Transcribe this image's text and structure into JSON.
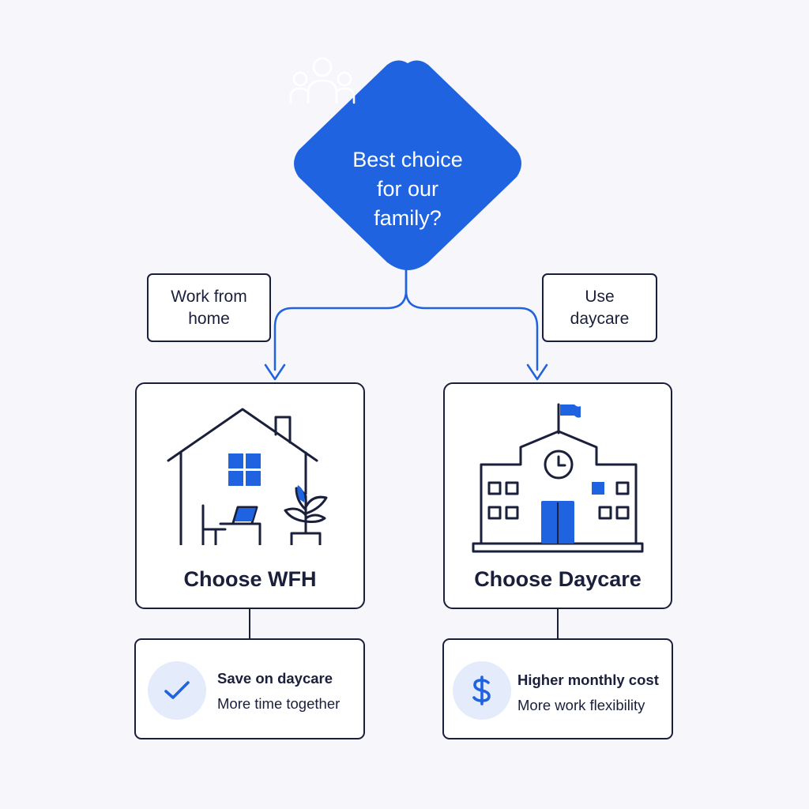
{
  "colors": {
    "accent": "#1f63e0",
    "ink": "#1a1f3c",
    "background": "#f7f6fb",
    "icon_tint": "#e4ebfb"
  },
  "decision": {
    "question": "Best choice\nfor our\nfamily?",
    "icon": "family-icon"
  },
  "branches": {
    "left": {
      "label": "Work from\nhome",
      "title": "Choose WFH",
      "illustration": "house-with-desk-icon",
      "result": {
        "icon": "checkmark-icon",
        "headline": "Save on daycare",
        "detail": "More time together"
      }
    },
    "right": {
      "label": "Use\ndaycare",
      "title": "Choose Daycare",
      "illustration": "school-building-icon",
      "result": {
        "icon": "dollar-icon",
        "headline": "Higher monthly cost",
        "detail": "More work flexibility"
      }
    }
  }
}
